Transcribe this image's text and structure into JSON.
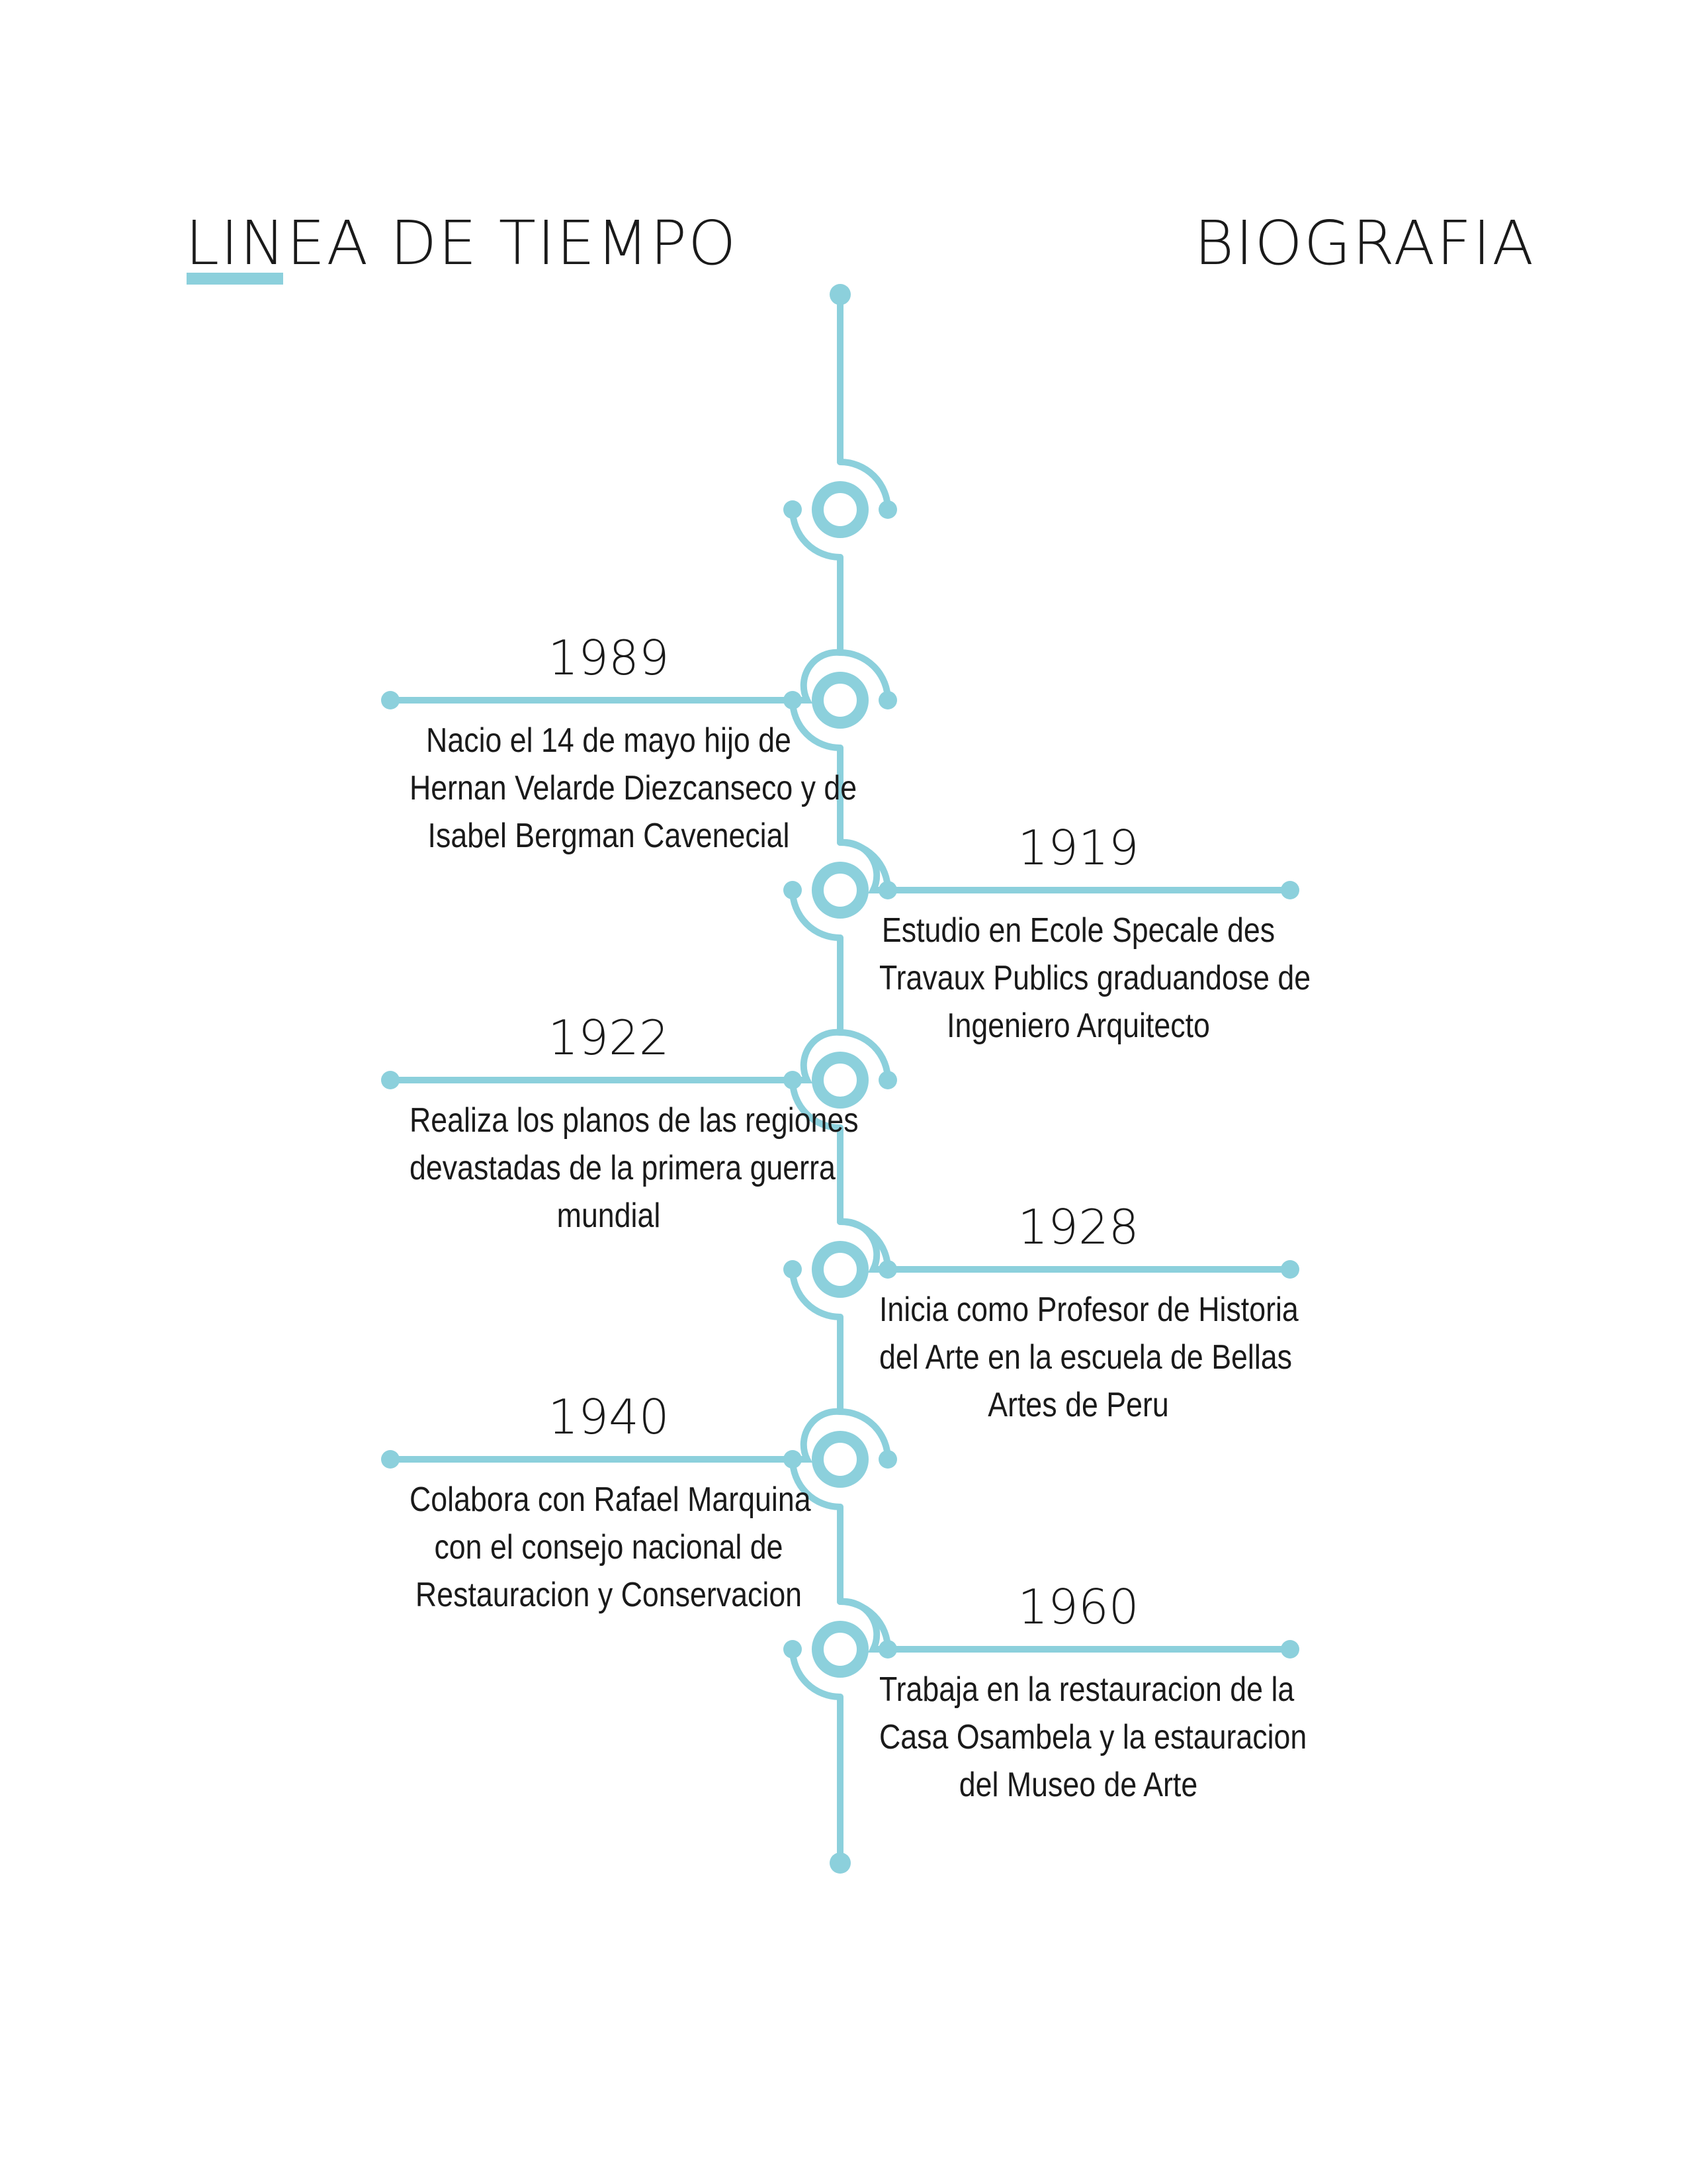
{
  "header": {
    "left_title": "LINEA DE TIEMPO",
    "right_title": "BIOGRAFIA"
  },
  "colors": {
    "accent": "#8cd0dc",
    "text": "#1a1a1a",
    "background": "#ffffff"
  },
  "events": [
    {
      "year": "1989",
      "side": "left",
      "lines": [
        "Nacio el 14 de mayo hijo de",
        "Hernan Velarde Diezcanseco y de",
        "Isabel Bergman Cavenecial"
      ]
    },
    {
      "year": "1919",
      "side": "right",
      "lines": [
        "Estudio en Ecole Specale des",
        "Travaux Publics graduandose de",
        "Ingeniero Arquitecto"
      ]
    },
    {
      "year": "1922",
      "side": "left",
      "lines": [
        "Realiza los planos de las regiones",
        "devastadas de la primera guerra",
        "mundial"
      ]
    },
    {
      "year": "1928",
      "side": "right",
      "lines": [
        "Inicia como Profesor de Historia",
        "del Arte en la escuela de Bellas",
        "Artes de Peru"
      ]
    },
    {
      "year": "1940",
      "side": "left",
      "lines": [
        "Colabora con Rafael Marquina",
        "con el consejo nacional de",
        "Restauracion y Conservacion"
      ]
    },
    {
      "year": "1960",
      "side": "right",
      "lines": [
        "Trabaja en la restauracion de la",
        "Casa Osambela y la estauracion",
        "del Museo de Arte"
      ]
    }
  ]
}
